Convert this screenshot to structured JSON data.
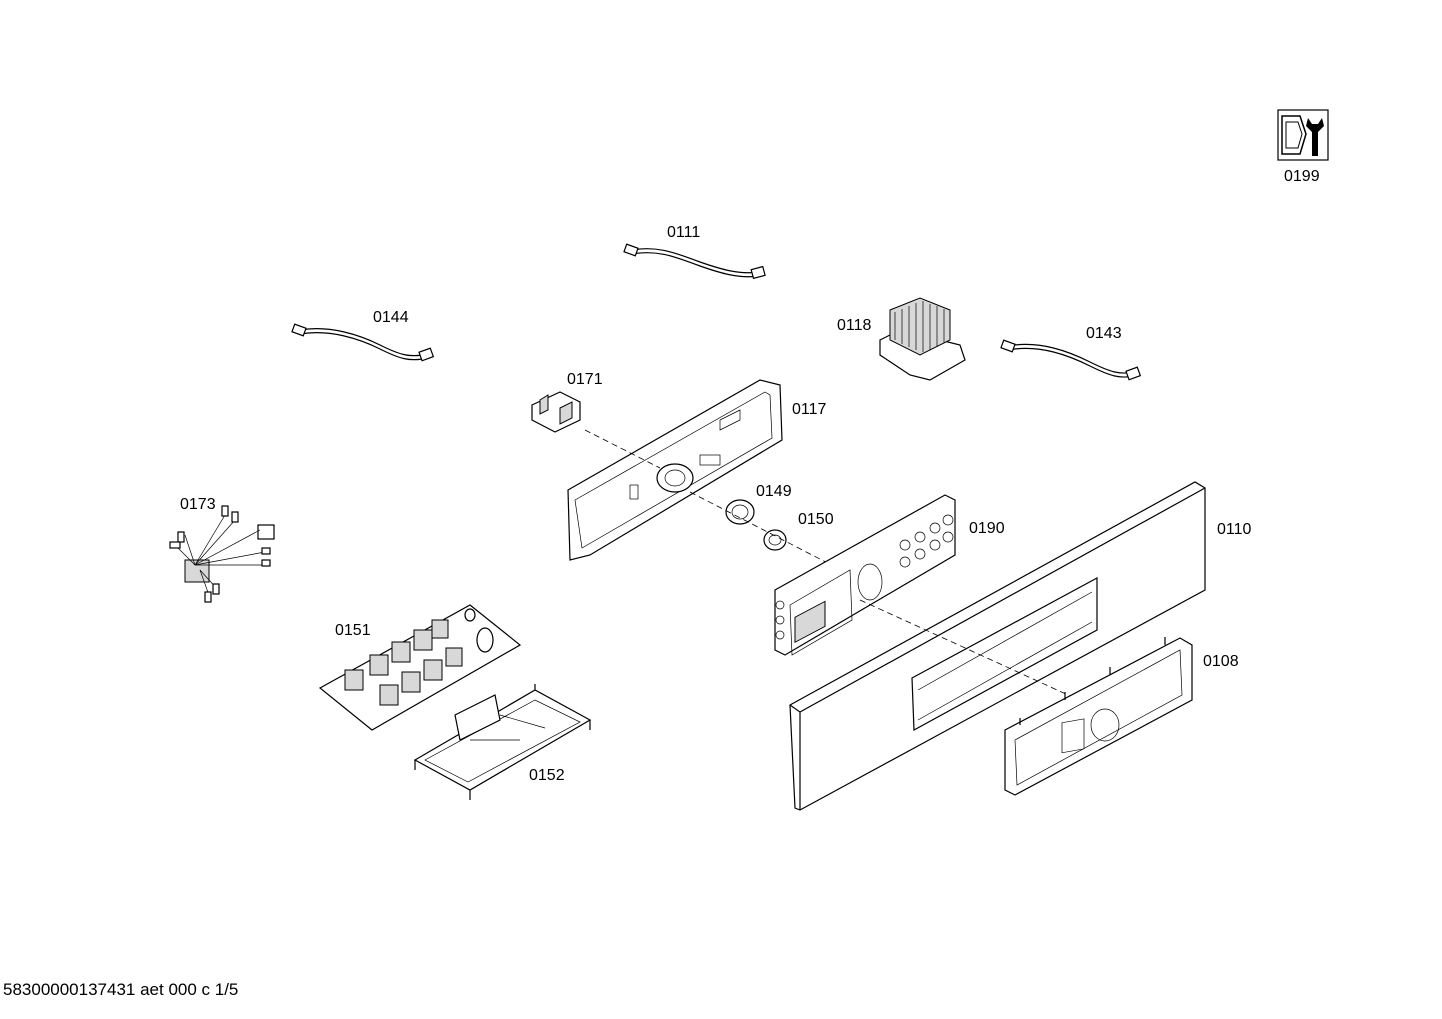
{
  "parts": [
    {
      "id": "0199",
      "label": "0199"
    },
    {
      "id": "0111",
      "label": "0111"
    },
    {
      "id": "0144",
      "label": "0144"
    },
    {
      "id": "0118",
      "label": "0118"
    },
    {
      "id": "0143",
      "label": "0143"
    },
    {
      "id": "0171",
      "label": "0171"
    },
    {
      "id": "0117",
      "label": "0117"
    },
    {
      "id": "0173",
      "label": "0173"
    },
    {
      "id": "0149",
      "label": "0149"
    },
    {
      "id": "0150",
      "label": "0150"
    },
    {
      "id": "0190",
      "label": "0190"
    },
    {
      "id": "0110",
      "label": "0110"
    },
    {
      "id": "0151",
      "label": "0151"
    },
    {
      "id": "0108",
      "label": "0108"
    },
    {
      "id": "0152",
      "label": "0152"
    }
  ],
  "footer": {
    "document_id": "58300000137431 aet 000 c 1/5"
  },
  "icons": {
    "service_icon": "wrench-service-icon"
  }
}
